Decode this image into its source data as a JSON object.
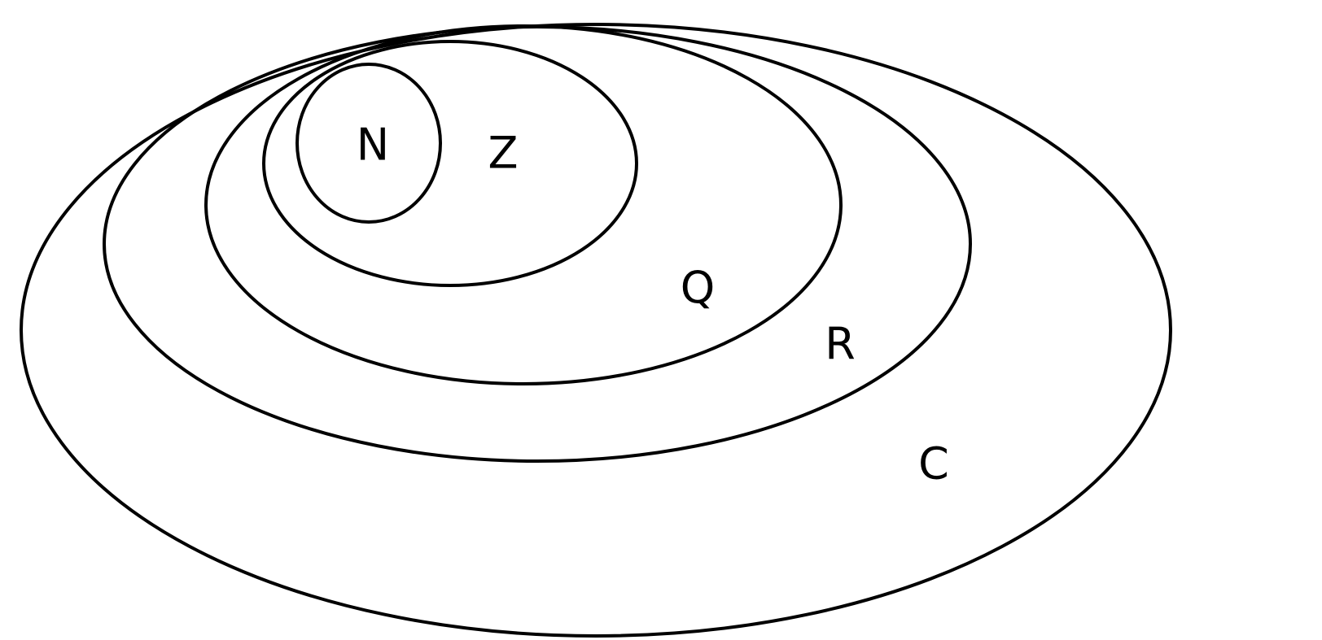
{
  "colors": {
    "background": "#ffffff",
    "stroke": "#000000",
    "text": "#000000"
  },
  "diagram": {
    "sets": [
      {
        "id": "C",
        "label": "C"
      },
      {
        "id": "R",
        "label": "R"
      },
      {
        "id": "Q",
        "label": "Q"
      },
      {
        "id": "Z",
        "label": "Z"
      },
      {
        "id": "N",
        "label": "N"
      }
    ]
  }
}
